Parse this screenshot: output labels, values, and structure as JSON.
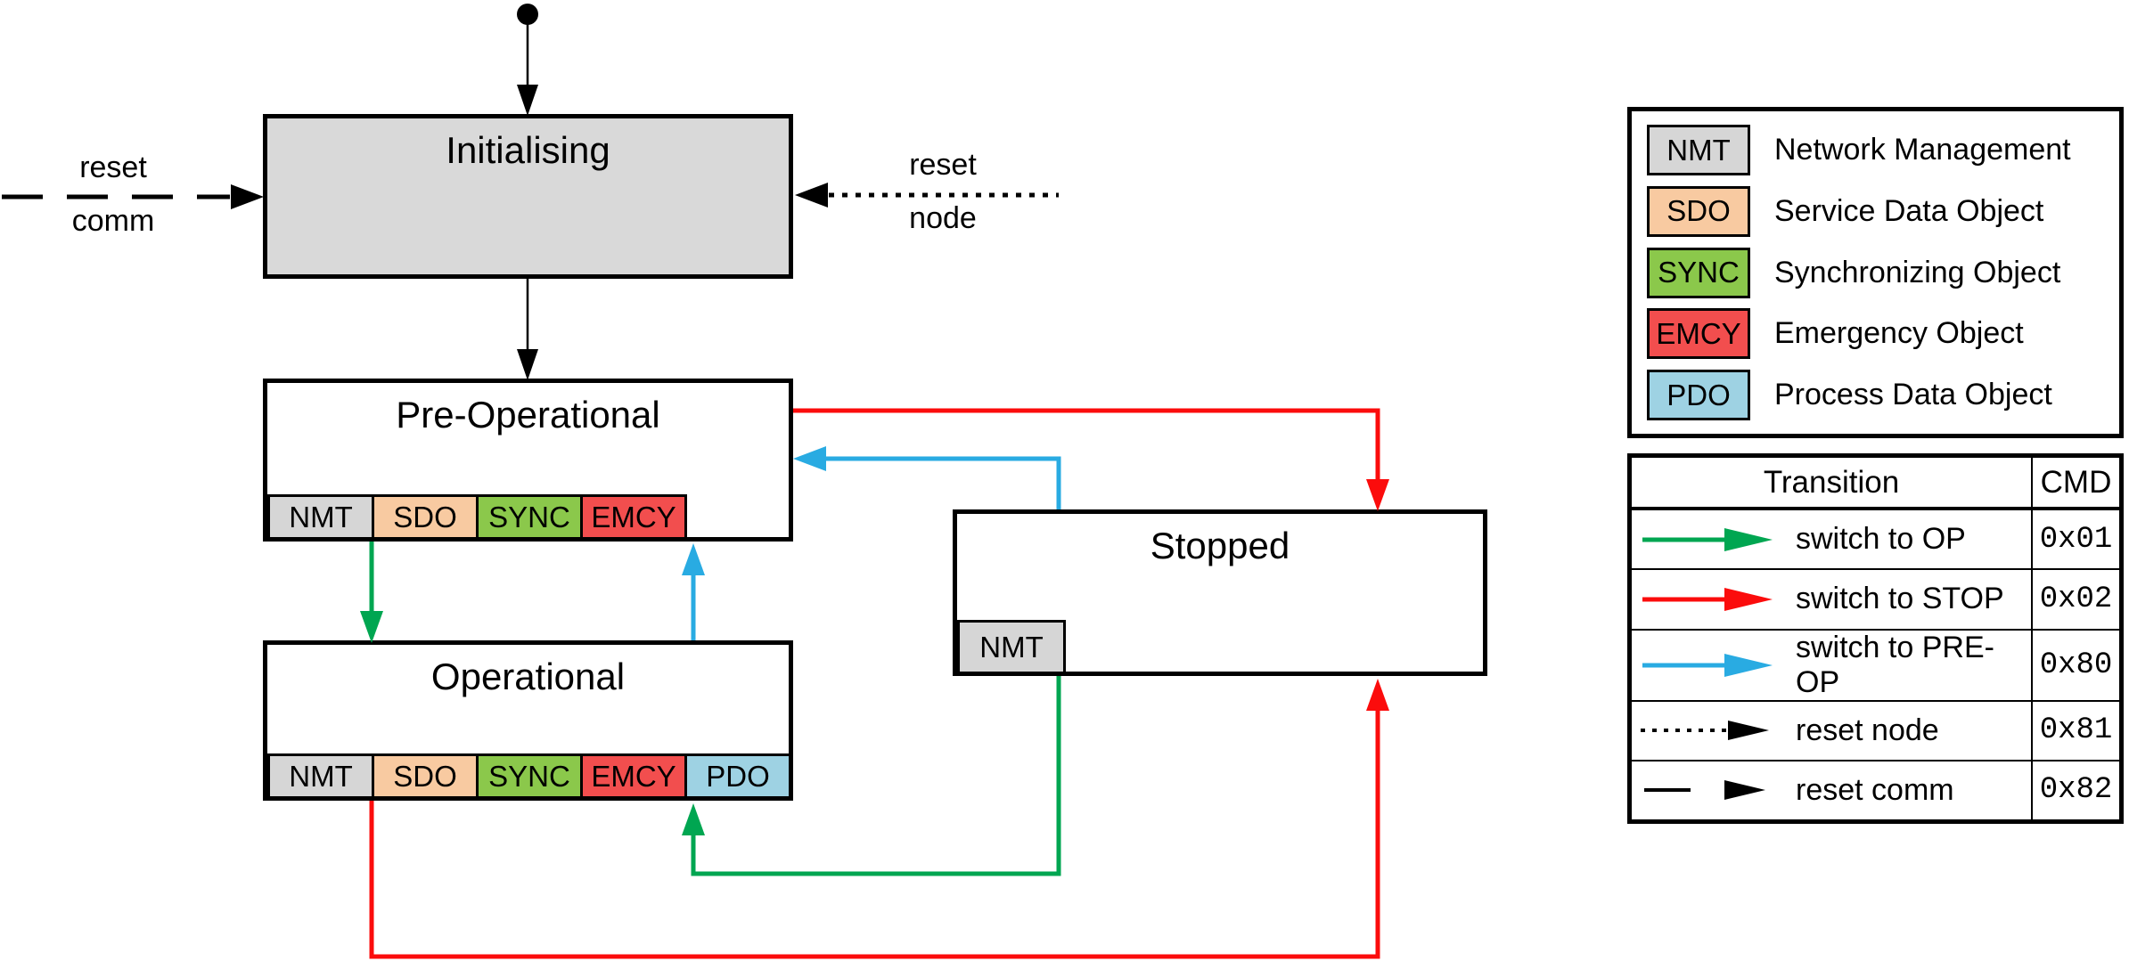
{
  "diagram": {
    "states": {
      "initialising": {
        "label": "Initialising"
      },
      "pre_operational": {
        "label": "Pre-Operational",
        "tags": [
          "NMT",
          "SDO",
          "SYNC",
          "EMCY"
        ]
      },
      "operational": {
        "label": "Operational",
        "tags": [
          "NMT",
          "SDO",
          "SYNC",
          "EMCY",
          "PDO"
        ]
      },
      "stopped": {
        "label": "Stopped",
        "tags": [
          "NMT"
        ]
      }
    },
    "edge_labels": {
      "reset_comm_line1": "reset",
      "reset_comm_line2": "comm",
      "reset_node_line1": "reset",
      "reset_node_line2": "node"
    }
  },
  "tag_colors": {
    "NMT": "#d6d6d6",
    "SDO": "#f8caa1",
    "SYNC": "#8bc84b",
    "EMCY": "#f24e4e",
    "PDO": "#9ed2e3"
  },
  "colors": {
    "green": "#00a651",
    "red": "#fb0c0c",
    "blue": "#29abe2",
    "black": "#000000",
    "state_fill_gray": "#d9d9d9",
    "state_fill_white": "#ffffff"
  },
  "legend": {
    "items": [
      {
        "tag": "NMT",
        "label": "Network Management"
      },
      {
        "tag": "SDO",
        "label": "Service Data Object"
      },
      {
        "tag": "SYNC",
        "label": "Synchronizing Object"
      },
      {
        "tag": "EMCY",
        "label": "Emergency Object"
      },
      {
        "tag": "PDO",
        "label": "Process Data Object"
      }
    ]
  },
  "transition_table": {
    "header": {
      "transition": "Transition",
      "cmd": "CMD"
    },
    "rows": [
      {
        "label": "switch to OP",
        "cmd": "0x01",
        "style": "solid",
        "color_key": "green",
        "arrow_name": "green-arrow"
      },
      {
        "label": "switch to STOP",
        "cmd": "0x02",
        "style": "solid",
        "color_key": "red",
        "arrow_name": "red-arrow"
      },
      {
        "label": "switch to PRE-OP",
        "cmd": "0x80",
        "style": "solid",
        "color_key": "blue",
        "arrow_name": "blue-arrow"
      },
      {
        "label": "reset node",
        "cmd": "0x81",
        "style": "dotted",
        "color_key": "black",
        "arrow_name": "dotted-black-arrow"
      },
      {
        "label": "reset comm",
        "cmd": "0x82",
        "style": "dashed",
        "color_key": "black",
        "arrow_name": "dashed-black-arrow"
      }
    ]
  }
}
